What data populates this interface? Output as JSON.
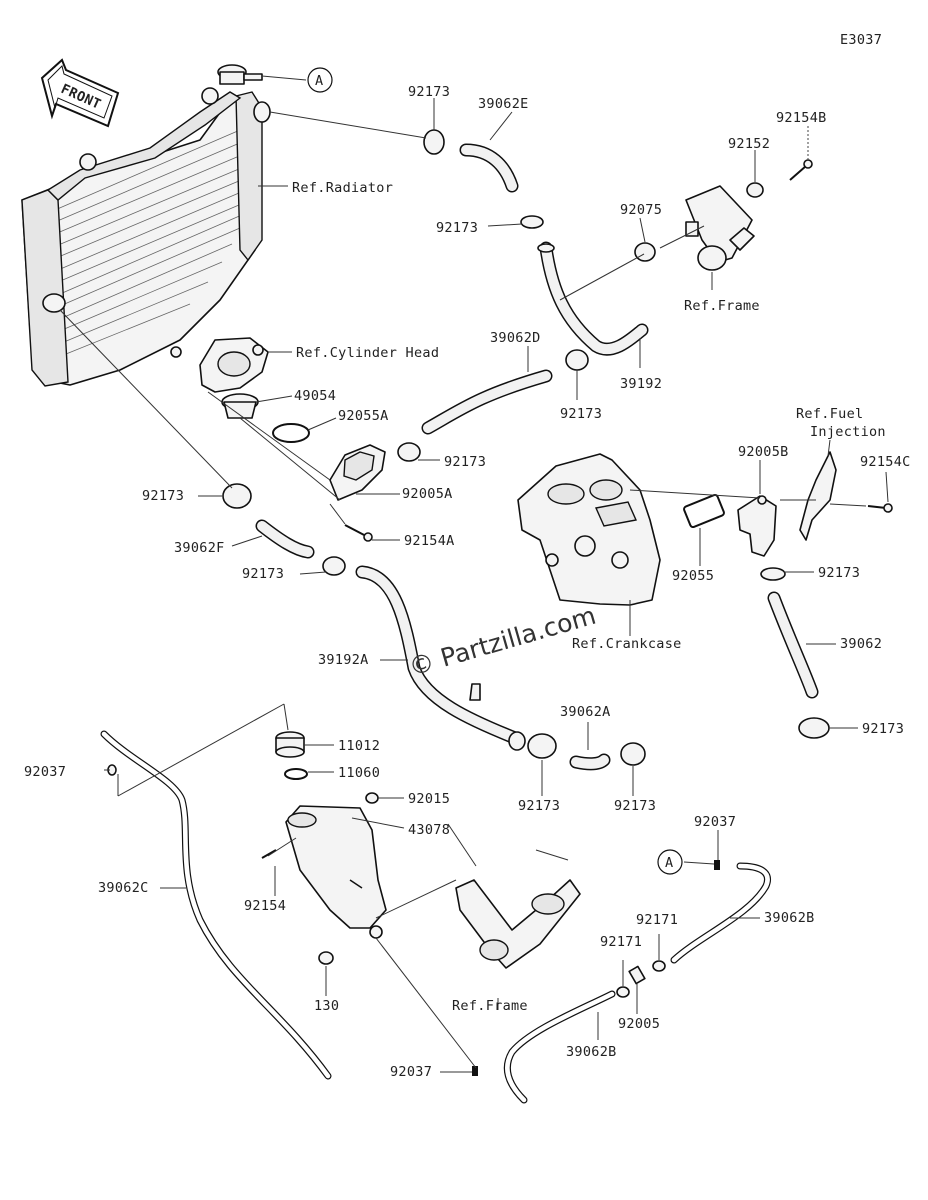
{
  "diagram_code": "E3037",
  "front_label": "FRONT",
  "circle_ref": "A",
  "watermark": "© Partzilla.com",
  "labels": {
    "l92173_top": "92173",
    "l39062E": "39062E",
    "l92154B": "92154B",
    "l92152": "92152",
    "ref_radiator": "Ref.Radiator",
    "l92075": "92075",
    "l92173_b": "92173",
    "ref_frame_top": "Ref.Frame",
    "l39062D": "39062D",
    "ref_cyl_head": "Ref.Cylinder Head",
    "l39192": "39192",
    "l49054": "49054",
    "l92055A": "92055A",
    "l92173_c": "92173",
    "l92173_d": "92173",
    "ref_fuel1": "Ref.Fuel",
    "ref_fuel2": "Injection",
    "l92005B": "92005B",
    "l92154C": "92154C",
    "l92173_e": "92173",
    "l92005A": "92005A",
    "l39062F": "39062F",
    "l92154A": "92154A",
    "l92173_f": "92173",
    "l92055": "92055",
    "l92173_g": "92173",
    "ref_crankcase": "Ref.Crankcase",
    "l39062": "39062",
    "l39192A": "39192A",
    "l92173_h": "92173",
    "l39062A": "39062A",
    "l11012": "11012",
    "l92037_a": "92037",
    "l11060": "11060",
    "l92173_i": "92173",
    "l92173_j": "92173",
    "l92015": "92015",
    "l43078": "43078",
    "l92037_b": "92037",
    "l39062C": "39062C",
    "l92154": "92154",
    "l39062B_a": "39062B",
    "l92171_a": "92171",
    "l92171_b": "92171",
    "l130": "130",
    "ref_frame_bot": "Ref.Frame",
    "l92005": "92005",
    "l39062B_b": "39062B",
    "l92037_c": "92037"
  }
}
